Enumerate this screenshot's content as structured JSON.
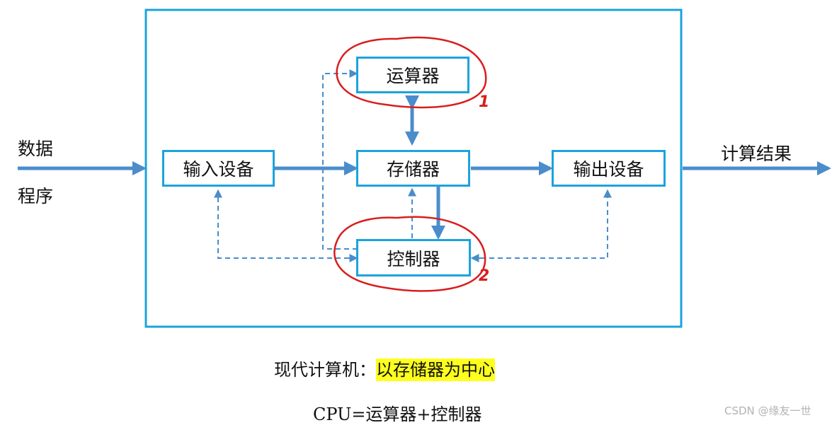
{
  "left_labels": {
    "data": "数据",
    "program": "程序"
  },
  "right_label": "计算结果",
  "units": {
    "alu": "运算器",
    "input": "输入设备",
    "memory": "存储器",
    "output": "输出设备",
    "control": "控制器"
  },
  "annotations": {
    "one": "1",
    "two": "2"
  },
  "caption1": {
    "prefix": "现代计算机：",
    "highlight": "以存储器为中心"
  },
  "caption2": "CPU=运算器+控制器",
  "watermark": "CSDN @缘友一世",
  "colors": {
    "frame": "#1ca3dc",
    "arrow": "#4b8ccb",
    "annotation": "#d81e1e",
    "highlight": "#ffff1e"
  }
}
